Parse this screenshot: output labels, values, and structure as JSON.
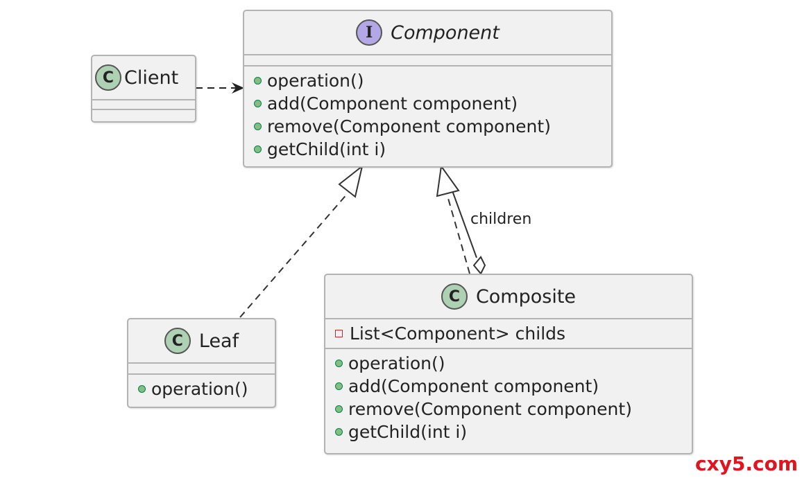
{
  "classes": {
    "component": {
      "stereotype_letter": "I",
      "name": "Component",
      "methods": [
        "operation()",
        "add(Component component)",
        "remove(Component component)",
        "getChild(int i)"
      ]
    },
    "client": {
      "stereotype_letter": "C",
      "name": "Client"
    },
    "leaf": {
      "stereotype_letter": "C",
      "name": "Leaf",
      "methods": [
        "operation()"
      ]
    },
    "composite": {
      "stereotype_letter": "C",
      "name": "Composite",
      "fields": [
        "List<Component> childs"
      ],
      "methods": [
        "operation()",
        "add(Component component)",
        "remove(Component component)",
        "getChild(int i)"
      ]
    }
  },
  "relations": {
    "aggregation_label": "children"
  },
  "watermark": "cxy5.com",
  "colors": {
    "box_fill": "#f1f1f1",
    "box_border": "#b3b3b3",
    "class_badge": "#add1b2",
    "interface_badge": "#b4a7e5",
    "public_marker": "#84be84",
    "private_marker": "#c82930",
    "watermark": "#e0141e"
  }
}
